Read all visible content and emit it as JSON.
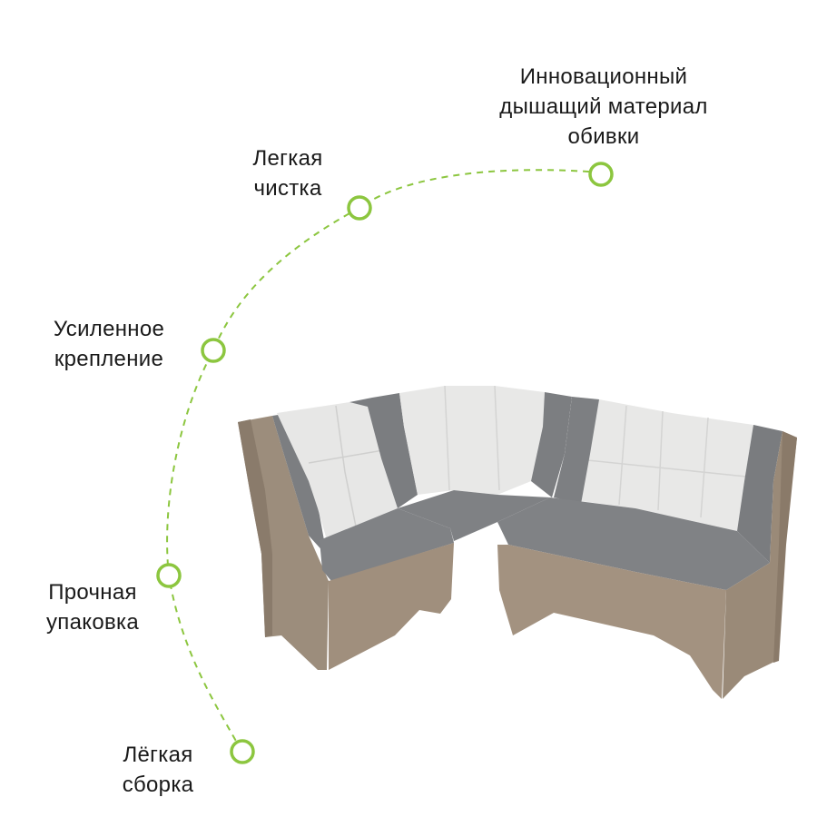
{
  "features": [
    {
      "id": "material",
      "lines": [
        "Инновационный",
        "дышащий материал",
        "обивки"
      ]
    },
    {
      "id": "cleaning",
      "lines": [
        "Легкая",
        "чистка"
      ]
    },
    {
      "id": "mount",
      "lines": [
        "Усиленное",
        "крепление"
      ]
    },
    {
      "id": "packaging",
      "lines": [
        "Прочная",
        "упаковка"
      ]
    },
    {
      "id": "assembly",
      "lines": [
        "Лёгкая",
        "сборка"
      ]
    }
  ],
  "colors": {
    "accent": "#8cc63f",
    "text": "#1a1a1a",
    "upholstery_dark": "#7d7f82",
    "upholstery_light": "#e6e6e5",
    "wood": "#9a8a78"
  }
}
